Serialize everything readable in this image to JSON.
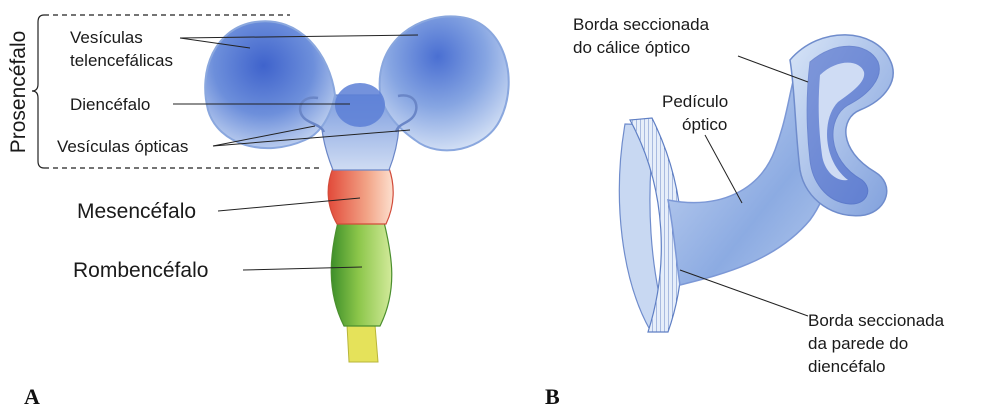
{
  "panel_a": {
    "letter": "A",
    "labels": {
      "prosencefalo": "Prosencéfalo",
      "vesiculas_telencefalicas_1": "Vesículas",
      "vesiculas_telencefalicas_2": "telencefálicas",
      "diencefalo": "Diencéfalo",
      "vesiculas_opticas": "Vesículas ópticas",
      "mesencefalo": "Mesencéfalo",
      "rombencefalo": "Rombencéfalo"
    }
  },
  "panel_b": {
    "letter": "B",
    "labels": {
      "borda_calice_1": "Borda seccionada",
      "borda_calice_2": "do cálice óptico",
      "pediculo_1": "Pedículo",
      "pediculo_2": "óptico",
      "borda_parede_1": "Borda seccionada",
      "borda_parede_2": "da parede do",
      "borda_parede_3": "diencéfalo"
    }
  },
  "colors": {
    "forebrain_blue": "#5b7fd6",
    "forebrain_light": "#c9d8f2",
    "midbrain_red": "#e8604a",
    "hindbrain_green": "#9acd4a",
    "cord_yellow": "#e7e35a",
    "stalk_blue": "#8fb2e3"
  }
}
